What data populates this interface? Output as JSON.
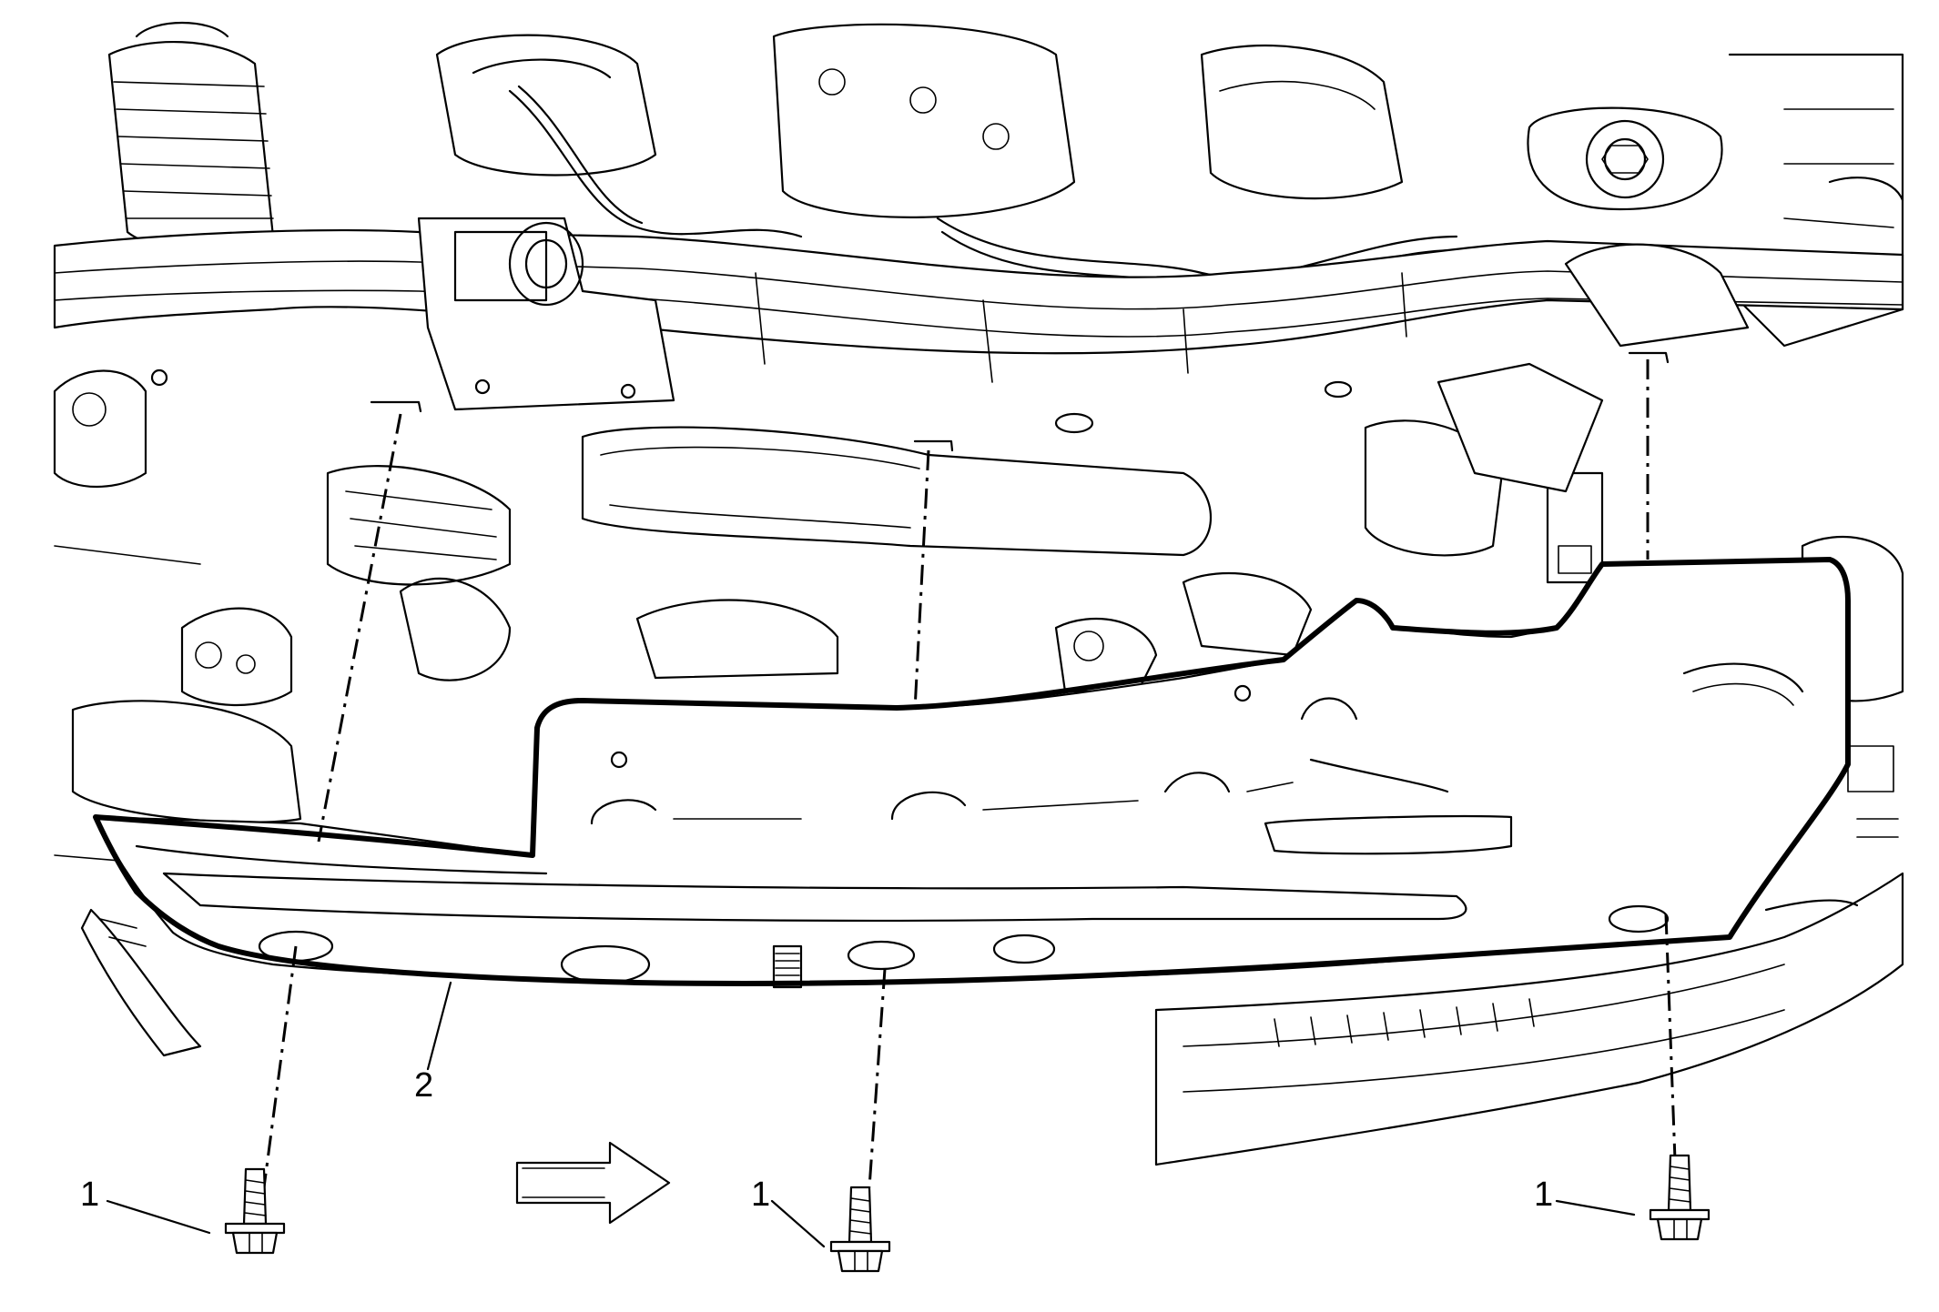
{
  "diagram": {
    "callouts": [
      {
        "id": "fastener-left",
        "label": "1"
      },
      {
        "id": "fastener-center",
        "label": "1"
      },
      {
        "id": "fastener-right",
        "label": "1"
      },
      {
        "id": "shield",
        "label": "2"
      }
    ],
    "direction_arrow": "arrow-right-icon",
    "colors": {
      "line": "#000000",
      "background": "#ffffff"
    }
  }
}
